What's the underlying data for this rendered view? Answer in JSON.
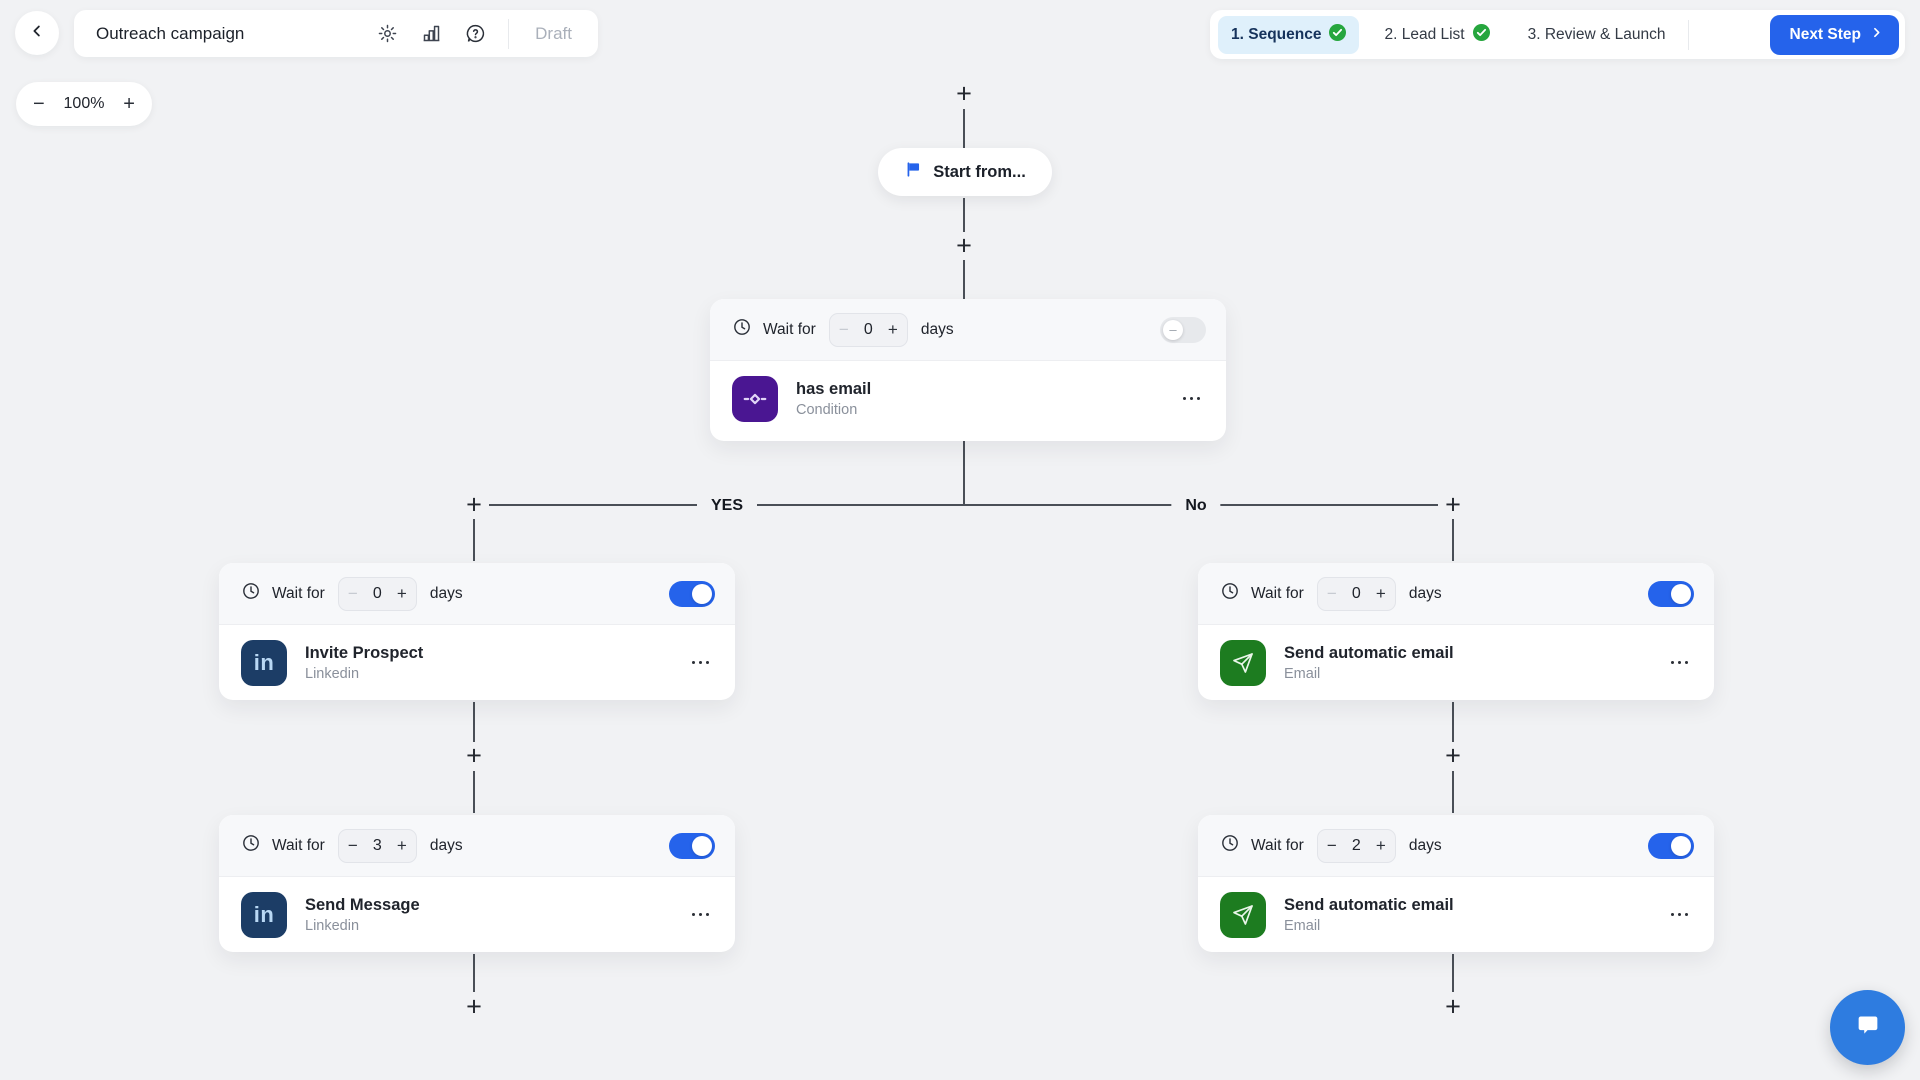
{
  "header": {
    "campaign_title": "Outreach campaign",
    "status_label": "Draft",
    "steps": [
      {
        "label": "1. Sequence",
        "done": true,
        "active": true
      },
      {
        "label": "2. Lead List",
        "done": true,
        "active": false
      },
      {
        "label": "3. Review & Launch",
        "done": false,
        "active": false
      }
    ],
    "next_step_label": "Next Step"
  },
  "zoom_control": {
    "minus": "−",
    "level": "100%",
    "plus": "+"
  },
  "labels": {
    "wait_prefix": "Wait for",
    "days": "days",
    "minus": "−",
    "plus": "+",
    "connector_plus": "+"
  },
  "icons": {
    "linkedin_glyph": "in"
  },
  "flow": {
    "start_label": "Start from...",
    "yes_label": "YES",
    "no_label": "No",
    "condition": {
      "wait_value": "0",
      "minus_state": "disabled",
      "toggle_state": "off",
      "title": "has email",
      "subtitle": "Condition"
    },
    "yes_branch": [
      {
        "wait_value": "0",
        "minus_state": "disabled",
        "toggle_state": "on",
        "title": "Invite Prospect",
        "subtitle": "Linkedin"
      },
      {
        "wait_value": "3",
        "minus_state": "enabled",
        "toggle_state": "on",
        "title": "Send Message",
        "subtitle": "Linkedin"
      }
    ],
    "no_branch": [
      {
        "wait_value": "0",
        "minus_state": "disabled",
        "toggle_state": "on",
        "title": "Send automatic email",
        "subtitle": "Email"
      },
      {
        "wait_value": "2",
        "minus_state": "enabled",
        "toggle_state": "on",
        "title": "Send automatic email",
        "subtitle": "Email"
      }
    ]
  },
  "colors": {
    "accent_blue": "#2563eb",
    "canvas_bg": "#f1f2f4",
    "linkedin_bg": "#1c3d66",
    "email_bg": "#1d7c20",
    "condition_bg": "#4a1692",
    "success_green": "#26a63e",
    "active_step_bg": "#dff0fb",
    "chat_bg": "#2e7ce0"
  }
}
